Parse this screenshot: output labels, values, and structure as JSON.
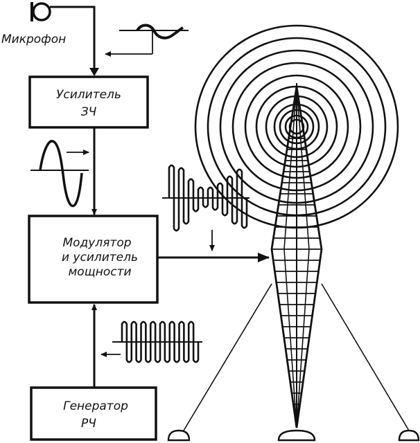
{
  "labels": {
    "microphone": "Микрофон",
    "amplifier_line1": "Усилитель",
    "amplifier_line2": "ЗЧ",
    "modulator_line1": "Модулятор",
    "modulator_line2": "и усилитель",
    "modulator_line3": "мощности",
    "generator_line1": "Генератор",
    "generator_line2": "РЧ"
  },
  "colors": {
    "ink": "#111111",
    "background": "#ffffff"
  }
}
